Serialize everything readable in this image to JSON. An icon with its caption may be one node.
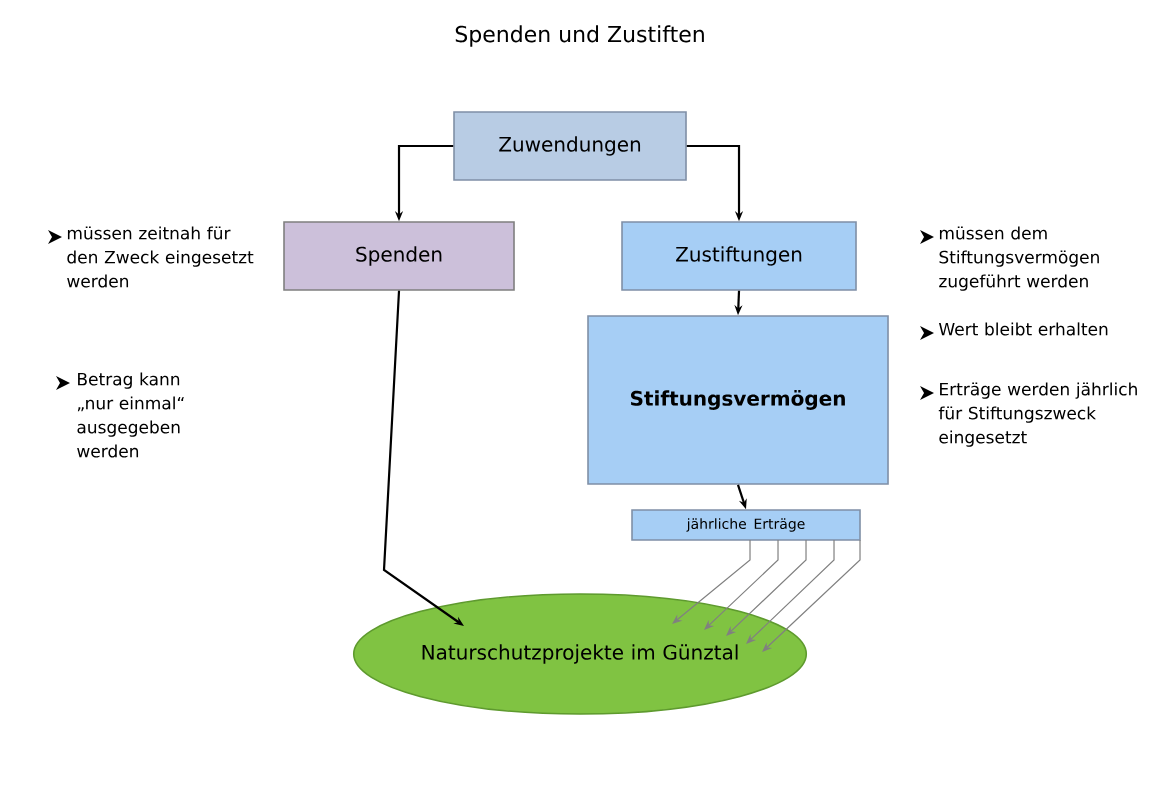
{
  "diagram": {
    "title": "Spenden und Zustiften",
    "nodes": [
      {
        "text": [
          "Zuwendungen"
        ]
      },
      {
        "text": [
          "Spenden"
        ]
      },
      {
        "text": [
          "Zustiftungen"
        ]
      },
      {
        "text": [
          "Stiftungsvermögen"
        ]
      },
      {
        "text": [
          "jährliche Erträge"
        ]
      },
      {
        "text": [
          "Naturschutzprojekte im Günztal"
        ]
      }
    ],
    "edges": [
      {
        "from": 0,
        "to": 1,
        "arrow": "to"
      },
      {
        "from": 0,
        "to": 2,
        "arrow": "to"
      },
      {
        "from": 2,
        "to": 3,
        "arrow": "to"
      },
      {
        "from": 3,
        "to": 4,
        "arrow": "to"
      },
      {
        "from": 1,
        "to": 5,
        "arrow": "to"
      },
      {
        "from": 4,
        "to": 5,
        "arrow": "to",
        "color": "#808080"
      },
      {
        "from": 4,
        "to": 5,
        "arrow": "to",
        "color": "#808080"
      },
      {
        "from": 4,
        "to": 5,
        "arrow": "to",
        "color": "#808080"
      },
      {
        "from": 4,
        "to": 5,
        "arrow": "to",
        "color": "#808080"
      },
      {
        "from": 4,
        "to": 5,
        "arrow": "to",
        "color": "#808080"
      }
    ],
    "labels": [
      "müssen zeitnah für den Zweck eingesetzt werden",
      "Betrag kann „nur einmal“ ausgegeben werden",
      "müssen dem Stiftungsvermögen zugeführt werden",
      "Wert bleibt erhalten",
      "Erträge werden jährlich für Stiftungszweck eingesetzt"
    ]
  }
}
